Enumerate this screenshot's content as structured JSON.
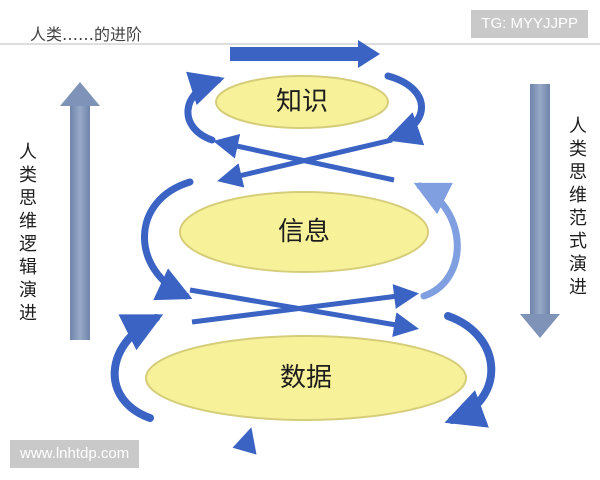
{
  "watermarks": {
    "top_right": "TG: MYYJJPP",
    "bottom_left": "www.lnhtdp.com"
  },
  "diagram": {
    "top_partial_text": "人类……的进阶",
    "nodes": [
      {
        "id": "knowledge",
        "label": "知识"
      },
      {
        "id": "information",
        "label": "信息"
      },
      {
        "id": "data",
        "label": "数据"
      }
    ],
    "left_label": "人类思维逻辑演进",
    "right_label": "人类思维范式演进",
    "colors": {
      "node_fill": "#f7f299",
      "node_stroke": "#d6cd7a",
      "arrow_blue": "#3a63c4",
      "arrow_blue_light": "#7f9fe0",
      "side_arrow": "#7e93b7"
    }
  }
}
